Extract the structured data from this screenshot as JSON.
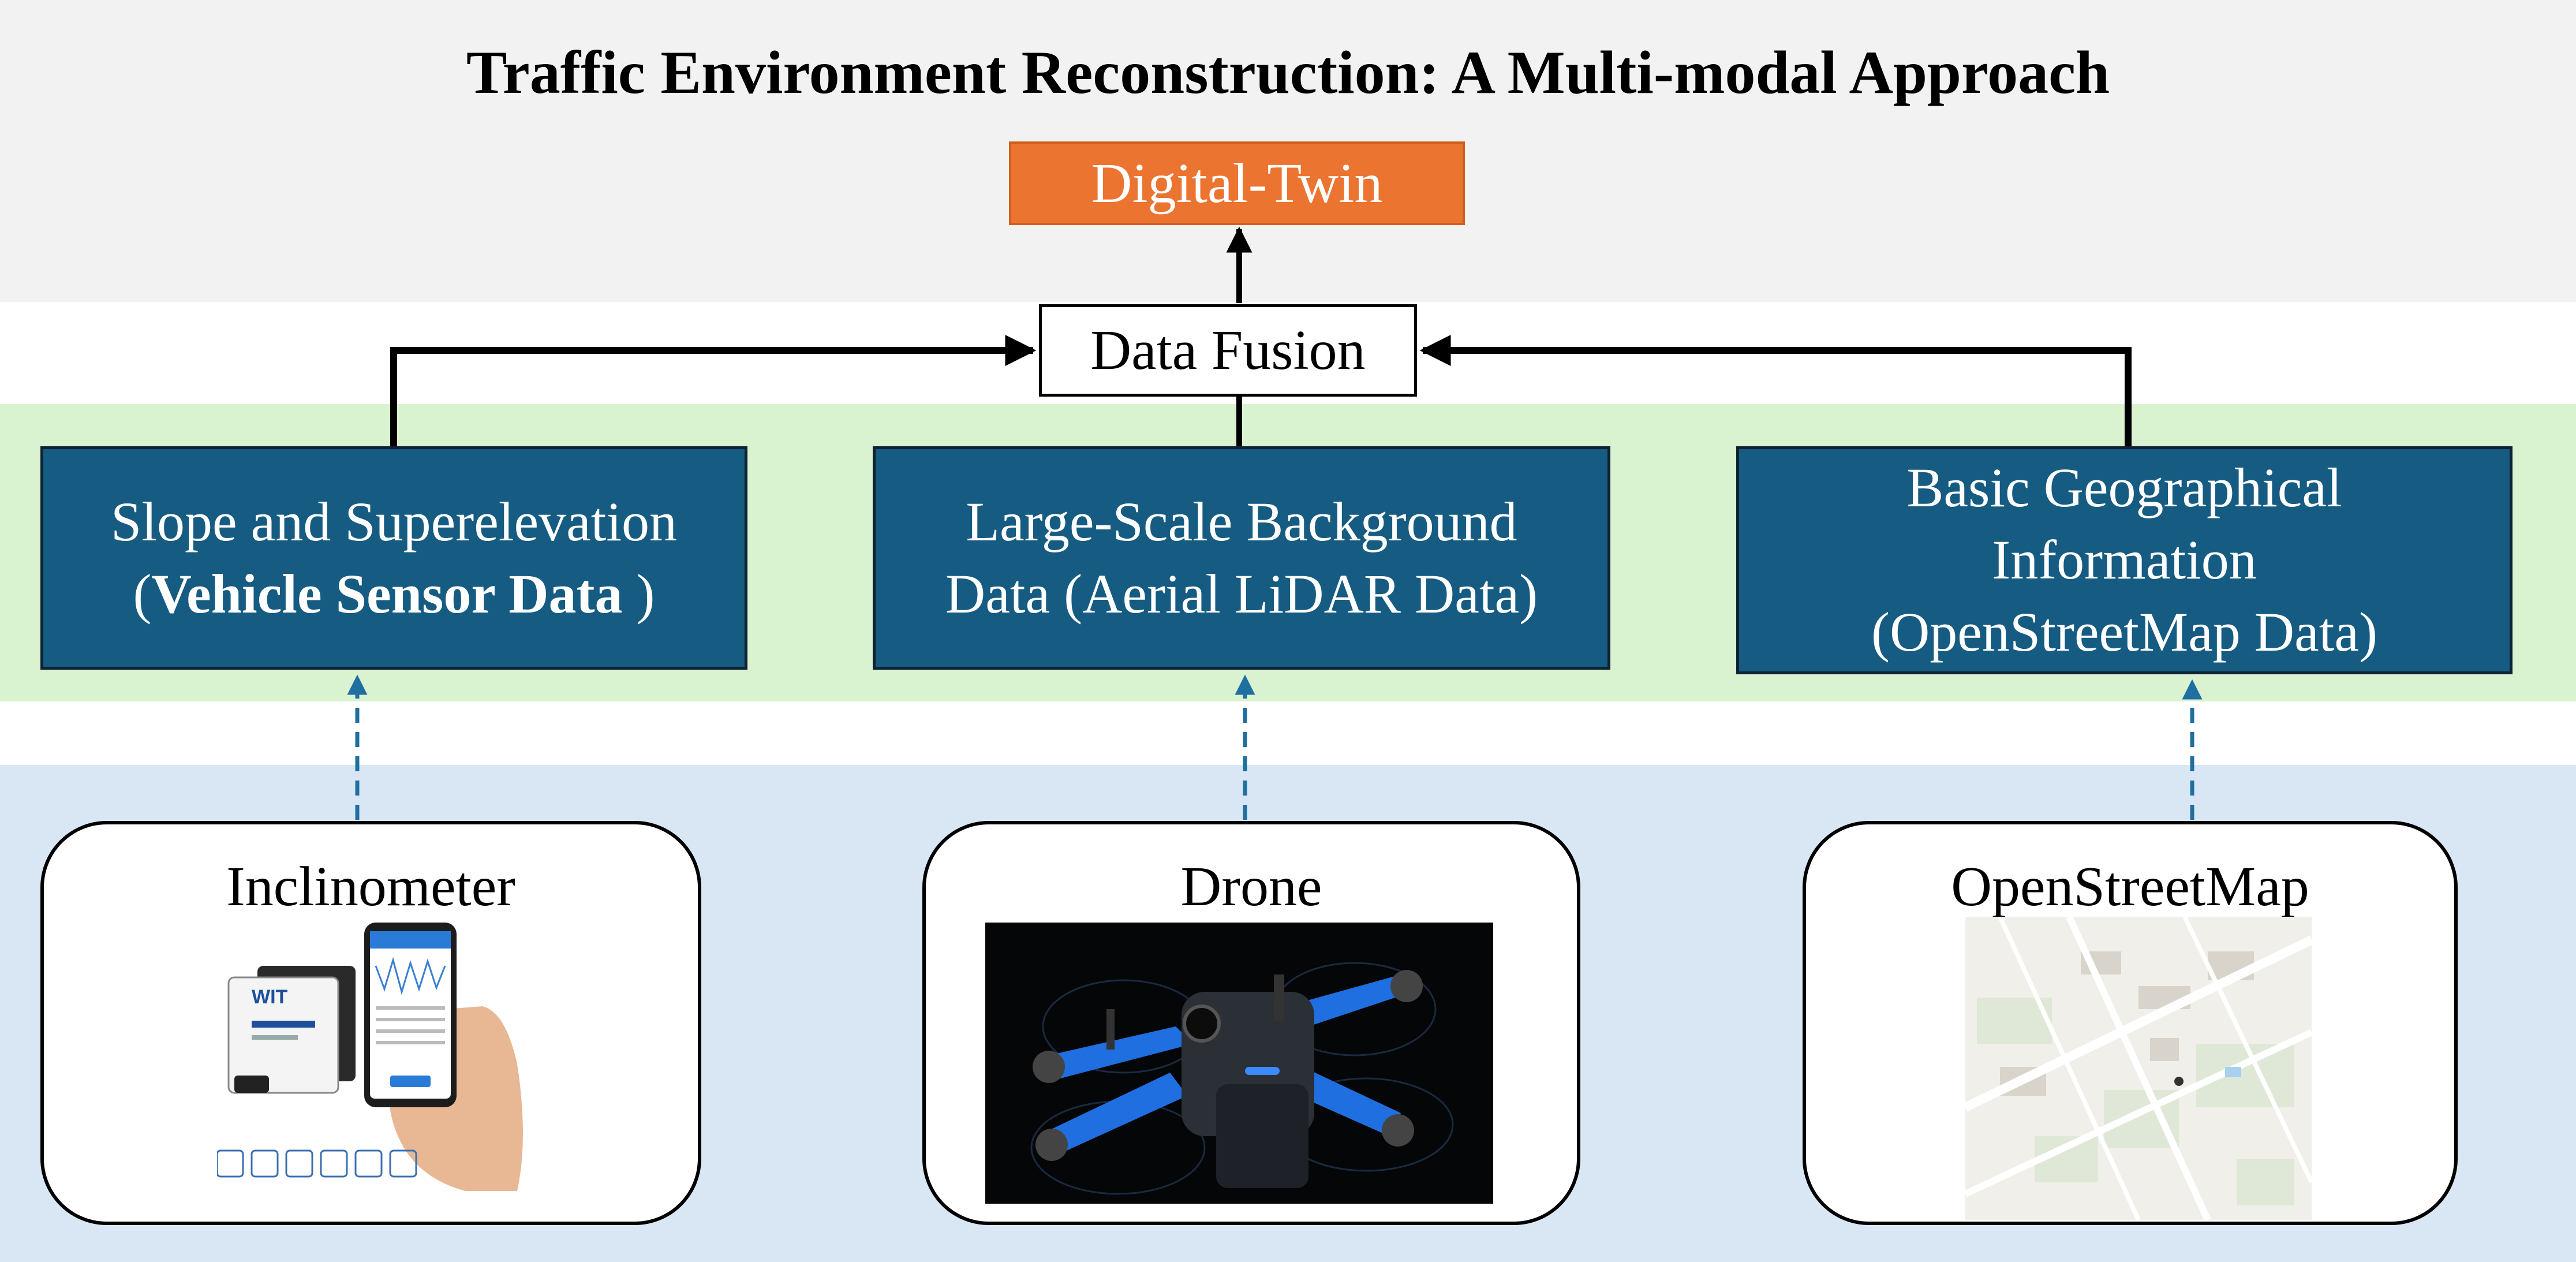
{
  "title": "Traffic Environment Reconstruction: A Multi-modal Approach",
  "digital_twin": "Digital-Twin",
  "data_fusion": "Data Fusion",
  "sources": [
    {
      "line1": "Slope and Superelevation",
      "line2_open": "(",
      "line2_bold": "Vehicle Sensor Data",
      "line2_close": " )"
    },
    {
      "line1": "Large-Scale Background",
      "line2": "Data (Aerial LiDAR Data)"
    },
    {
      "line1": "Basic Geographical",
      "line2": "Information",
      "line3": "(OpenStreetMap Data)"
    }
  ],
  "devices": [
    {
      "label": "Inclinometer"
    },
    {
      "label": "Drone"
    },
    {
      "label": "OpenStreetMap"
    }
  ],
  "colors": {
    "top_band": "#f2f2f2",
    "mid_band": "#d9f2d0",
    "bottom_band": "#d9e7f5",
    "digital_twin_fill": "#ec7431",
    "source_box_fill": "#165b82",
    "dashed_arrow": "#1f6fa0"
  }
}
